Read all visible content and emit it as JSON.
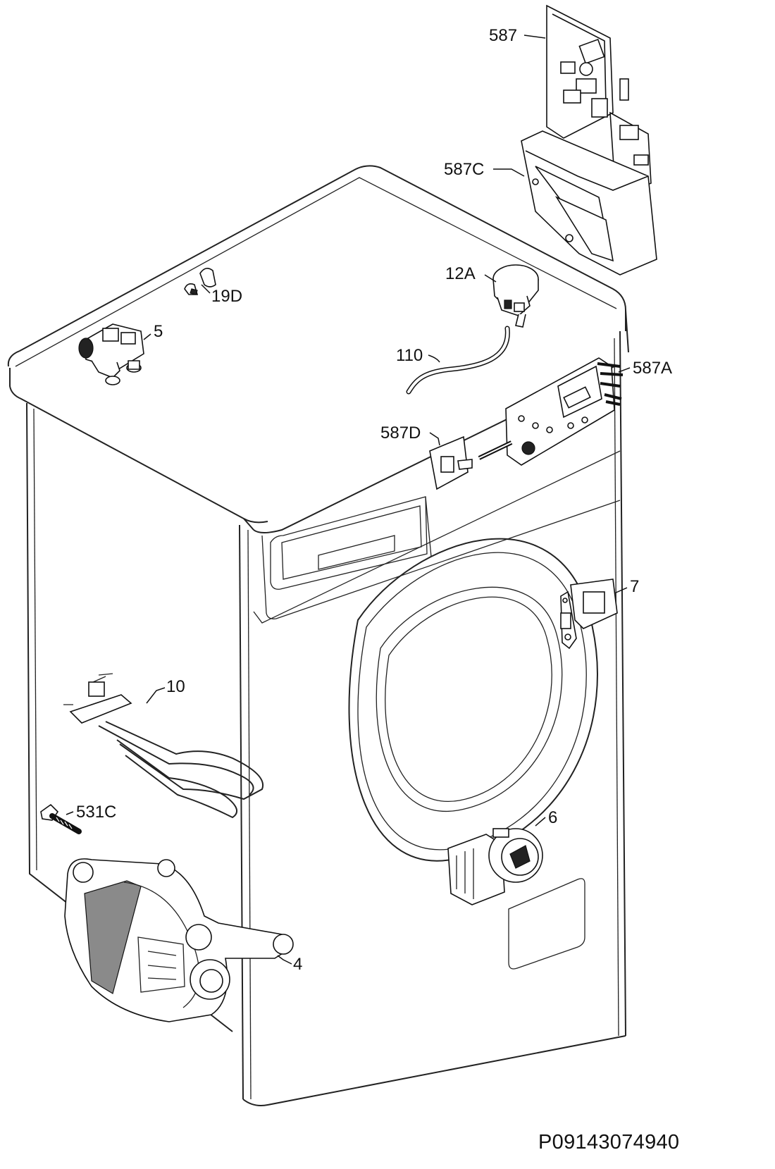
{
  "document_id": "P09143074940",
  "callouts": {
    "c587": "587",
    "c587C": "587C",
    "c12A": "12A",
    "c19D": "19D",
    "c5": "5",
    "c110": "110",
    "c587A": "587A",
    "c587D": "587D",
    "c7": "7",
    "c10": "10",
    "c531C": "531C",
    "c6": "6",
    "c4": "4"
  }
}
